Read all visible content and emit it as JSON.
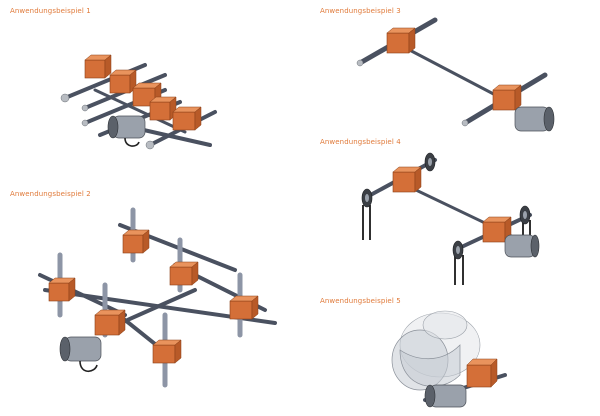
{
  "examples": [
    {
      "label": "Anwendungsbeispiel 1"
    },
    {
      "label": "Anwendungsbeispiel 2"
    },
    {
      "label": "Anwendungsbeispiel 3"
    },
    {
      "label": "Anwendungsbeispiel 4"
    },
    {
      "label": "Anwendungsbeispiel 5"
    }
  ],
  "colors": {
    "label": "#e07a3a",
    "gear_housing": "#d46f38",
    "rod": "#4a5160",
    "motor": "#9aa1ab"
  }
}
